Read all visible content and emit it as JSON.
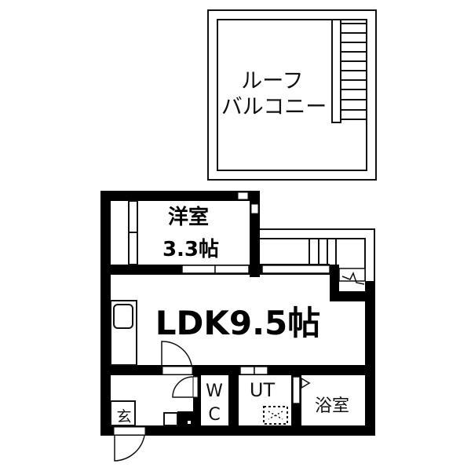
{
  "colors": {
    "wall": "#000000",
    "background": "#ffffff",
    "line": "#111111"
  },
  "rooms": {
    "roof_balcony": {
      "line1": "ルーフ",
      "line2": "バルコニー"
    },
    "western_room": {
      "name": "洋室",
      "size": "3.3帖"
    },
    "ldk": {
      "label": "LDK9.5帖"
    },
    "toilet": {
      "line1": "W",
      "line2": "C"
    },
    "utility": {
      "label": "UT"
    },
    "bathroom": {
      "label": "浴室"
    },
    "entrance": {
      "label": "玄"
    }
  }
}
